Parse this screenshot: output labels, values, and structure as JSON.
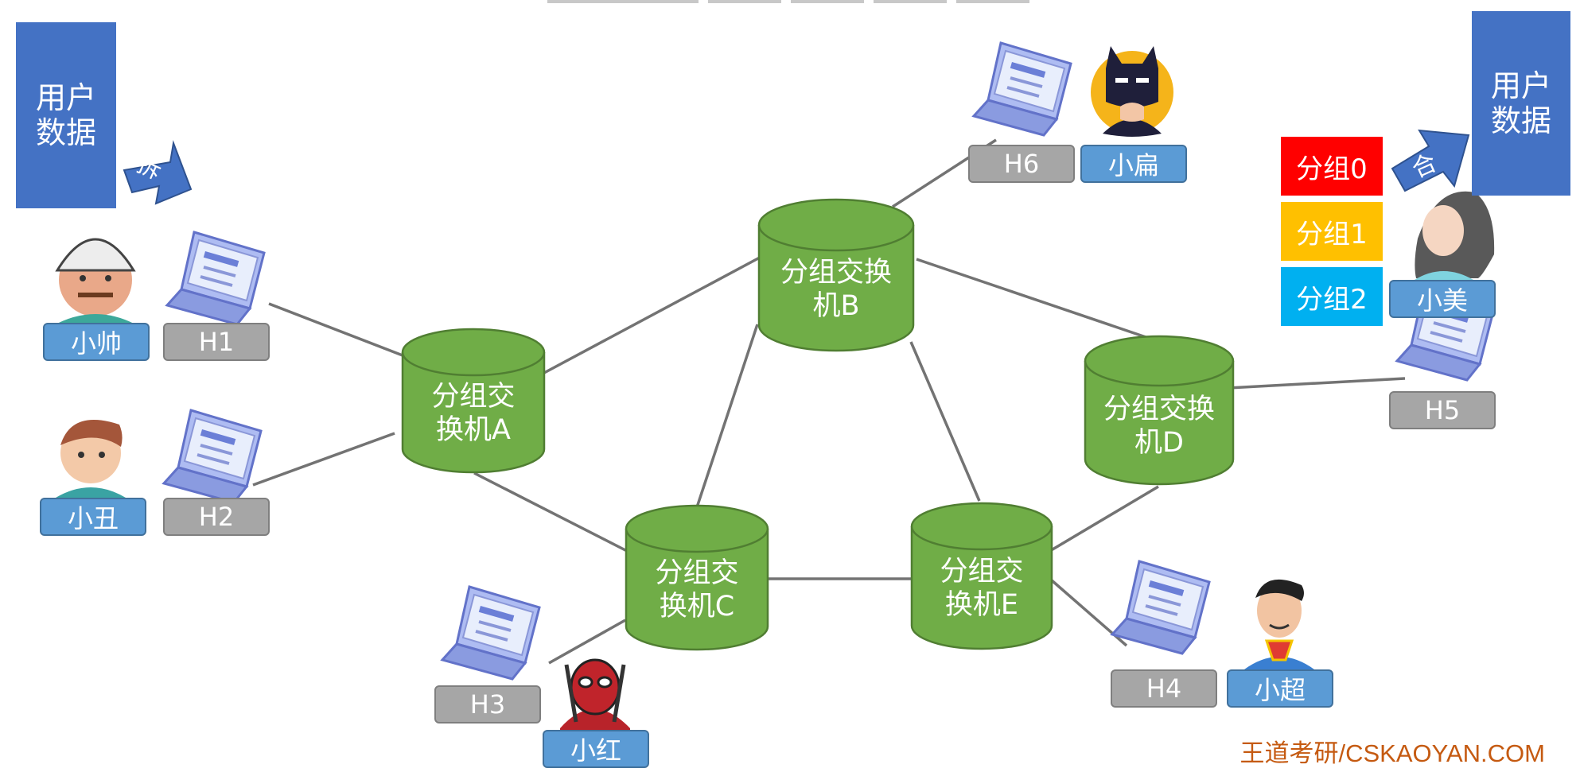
{
  "user_data_left": "用户\n数据",
  "user_data_right": "用户\n数据",
  "split_arrow": "拆",
  "merge_arrow": "合",
  "switches": {
    "A": "分组交\n换机A",
    "B": "分组交换\n机B",
    "C": "分组交\n换机C",
    "D": "分组交换\n机D",
    "E": "分组交\n换机E"
  },
  "hosts": {
    "H1": "H1",
    "H2": "H2",
    "H3": "H3",
    "H4": "H4",
    "H5": "H5",
    "H6": "H6"
  },
  "people": {
    "shuai": "小帅",
    "chou": "小丑",
    "hong": "小红",
    "chao": "小超",
    "mei": "小美",
    "bian": "小扁"
  },
  "packets": [
    "分组0",
    "分组1",
    "分组2"
  ],
  "colors": {
    "packet0": "#ff0000",
    "packet1": "#ffc000",
    "packet2": "#00b0f0",
    "switch": "#70ad47"
  },
  "footer": "王道考研/CSKAOYAN.COM"
}
